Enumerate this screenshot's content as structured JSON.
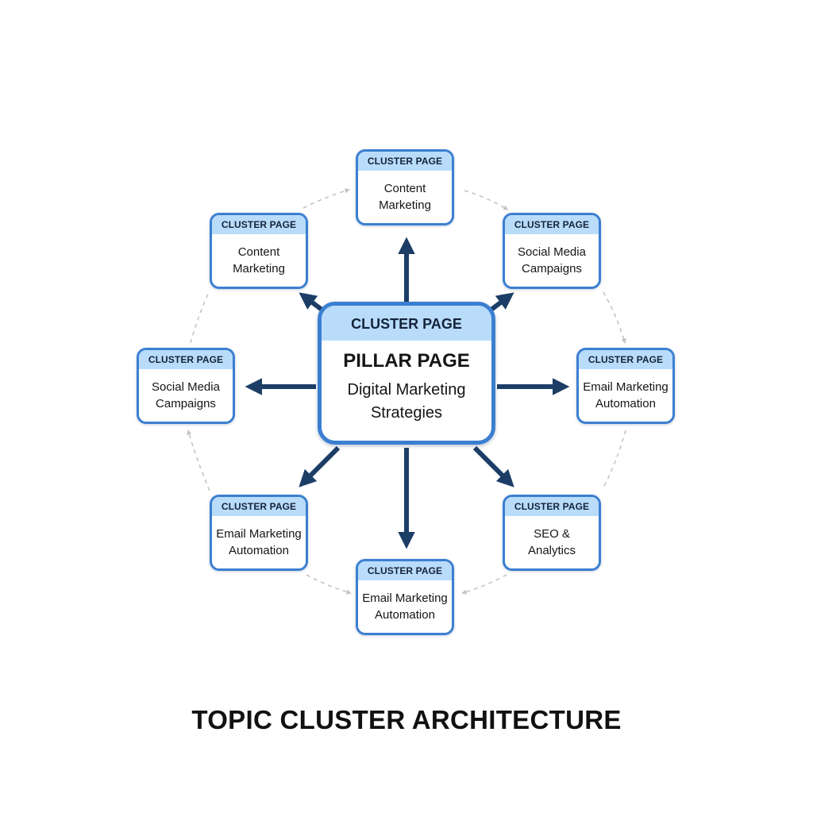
{
  "title": "TOPIC CLUSTER ARCHITECTURE",
  "pillar": {
    "header": "CLUSTER PAGE",
    "title": "PILLAR PAGE",
    "subtitle": "Digital Marketing\nStrategies"
  },
  "clusters": [
    {
      "header": "CLUSTER PAGE",
      "label": "Content\nMarketing"
    },
    {
      "header": "CLUSTER PAGE",
      "label": "Social Media\nCampaigns"
    },
    {
      "header": "CLUSTER PAGE",
      "label": "Email Marketing\nAutomation"
    },
    {
      "header": "CLUSTER PAGE",
      "label": "SEO &\nAnalytics"
    },
    {
      "header": "CLUSTER PAGE",
      "label": "Email Marketing\nAutomation"
    },
    {
      "header": "CLUSTER PAGE",
      "label": "Email Marketing\nAutomation"
    },
    {
      "header": "CLUSTER PAGE",
      "label": "Social Media\nCampaigns"
    },
    {
      "header": "CLUSTER PAGE",
      "label": "Content\nMarketing"
    }
  ],
  "colors": {
    "card_border": "#3b7fd1",
    "card_header": "#b9dcfb",
    "arrow": "#1c3d66",
    "dashed_ring": "#c4c4c4"
  }
}
